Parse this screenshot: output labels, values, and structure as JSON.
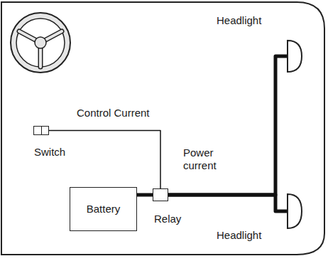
{
  "diagram": {
    "nodes": [
      {
        "text": [
          "Headlight"
        ]
      },
      {
        "text": [
          "Switch"
        ]
      },
      {
        "text": [
          "Battery"
        ]
      },
      {
        "text": [
          "Relay"
        ]
      },
      {
        "text": [
          "Headlight"
        ]
      }
    ],
    "edges": [
      {
        "from": 1,
        "to": 3,
        "label": "Control Current",
        "arrow": "none"
      },
      {
        "from": 2,
        "to": 3,
        "arrow": "none"
      },
      {
        "from": 3,
        "to": 0,
        "label": "Power current",
        "arrow": "none"
      },
      {
        "from": 3,
        "to": 4,
        "arrow": "none"
      }
    ]
  }
}
